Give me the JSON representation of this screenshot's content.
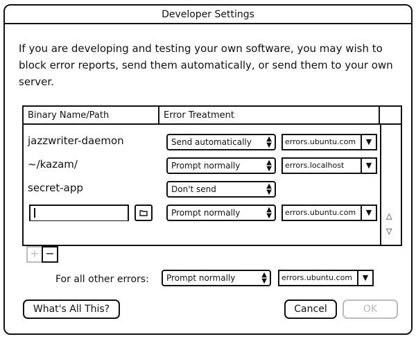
{
  "window": {
    "title": "Developer Settings"
  },
  "intro": "If you are developing and testing your own software, you may wish to block error reports, send them automatically, or send them to your own server.",
  "table": {
    "headers": [
      "Binary Name/Path",
      "Error Treatment"
    ],
    "rows": [
      {
        "path": "jazzwriter-daemon",
        "treatment": "Send automatically",
        "server": "errors.ubuntu.com"
      },
      {
        "path": "~/kazam/",
        "treatment": "Prompt normally",
        "server": "errors.localhost"
      },
      {
        "path": "secret-app",
        "treatment": "Don't send",
        "server": ""
      }
    ],
    "new_row": {
      "path_value": "",
      "treatment": "Prompt normally",
      "server": "errors.ubuntu.com"
    }
  },
  "add_label": "+",
  "remove_label": "−",
  "other_errors": {
    "label": "For all other errors:",
    "treatment": "Prompt normally",
    "server": "errors.ubuntu.com"
  },
  "buttons": {
    "help": "What's All This?",
    "cancel": "Cancel",
    "ok": "OK"
  },
  "icons": {
    "dropdown": "chevron-updown-icon",
    "combo": "triangle-down-icon",
    "folder": "folder-icon",
    "scroll_up": "triangle-up-icon",
    "scroll_down": "triangle-down-icon"
  }
}
